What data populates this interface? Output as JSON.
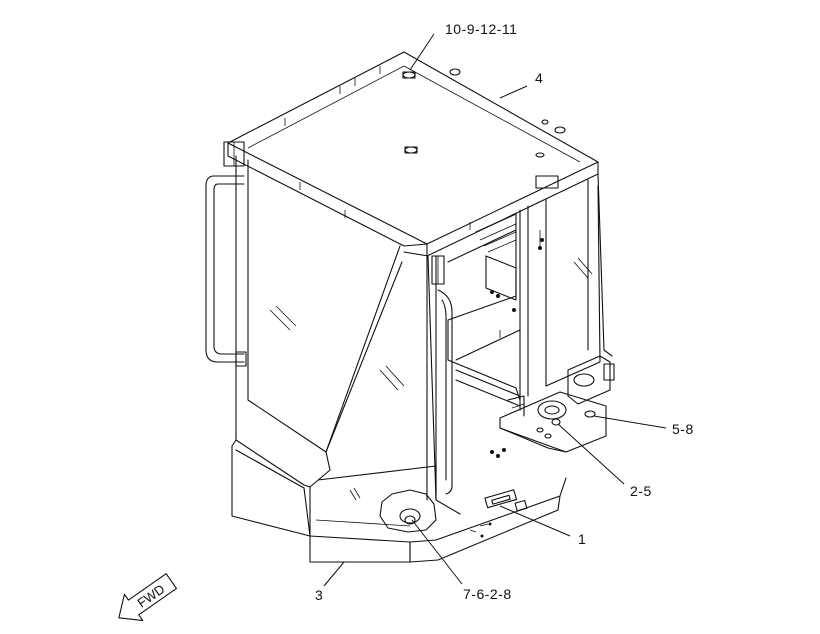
{
  "diagram": {
    "callouts": [
      {
        "id": "c1",
        "text": "10-9-12-11"
      },
      {
        "id": "c2",
        "text": "4"
      },
      {
        "id": "c3",
        "text": "5-8"
      },
      {
        "id": "c4",
        "text": "2-5"
      },
      {
        "id": "c5",
        "text": "1"
      },
      {
        "id": "c6",
        "text": "7-6-2-8"
      },
      {
        "id": "c7",
        "text": "3"
      }
    ],
    "direction_arrow": {
      "text": "FWD"
    }
  }
}
